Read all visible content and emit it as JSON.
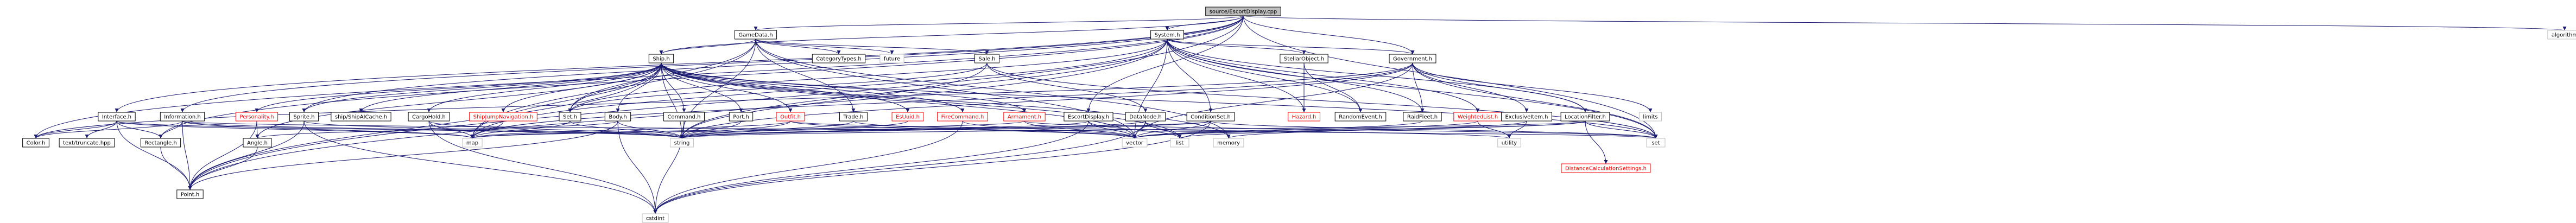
{
  "colors": {
    "node_fill": "#ffffff",
    "node_border": "#000000",
    "node_text": "#000000",
    "root_fill": "#bfbfbf",
    "root_border": "#000000",
    "missing_text": "#ff0000",
    "missing_border": "#ff0000",
    "system_border": "#bfbfbf",
    "edge": "#191970"
  },
  "nodes": [
    {
      "id": "escortdisplay_cpp",
      "label": "source/EscortDisplay.cpp",
      "kind": "root"
    },
    {
      "id": "gamedata_h",
      "label": "GameData.h",
      "kind": "project"
    },
    {
      "id": "system_h",
      "label": "System.h",
      "kind": "project"
    },
    {
      "id": "algorithm",
      "label": "algorithm",
      "kind": "system"
    },
    {
      "id": "ship_h",
      "label": "Ship.h",
      "kind": "project"
    },
    {
      "id": "categorytypes_h",
      "label": "CategoryTypes.h",
      "kind": "project"
    },
    {
      "id": "future",
      "label": "future",
      "kind": "system"
    },
    {
      "id": "sale_h",
      "label": "Sale.h",
      "kind": "project"
    },
    {
      "id": "stellarobject_h",
      "label": "StellarObject.h",
      "kind": "project"
    },
    {
      "id": "government_h",
      "label": "Government.h",
      "kind": "project"
    },
    {
      "id": "interface_h",
      "label": "Interface.h",
      "kind": "project"
    },
    {
      "id": "information_h",
      "label": "Information.h",
      "kind": "project"
    },
    {
      "id": "personality_h",
      "label": "Personality.h",
      "kind": "missing"
    },
    {
      "id": "sprite_h",
      "label": "Sprite.h",
      "kind": "project"
    },
    {
      "id": "shipaicache_h",
      "label": "ship/ShipAICache.h",
      "kind": "project"
    },
    {
      "id": "cargohold_h",
      "label": "CargoHold.h",
      "kind": "project"
    },
    {
      "id": "shipjumpnavigation_h",
      "label": "ShipJumpNavigation.h",
      "kind": "missing"
    },
    {
      "id": "set_h",
      "label": "Set.h",
      "kind": "project"
    },
    {
      "id": "body_h",
      "label": "Body.h",
      "kind": "project"
    },
    {
      "id": "command_h",
      "label": "Command.h",
      "kind": "project"
    },
    {
      "id": "port_h",
      "label": "Port.h",
      "kind": "project"
    },
    {
      "id": "outfit_h",
      "label": "Outfit.h",
      "kind": "missing"
    },
    {
      "id": "trade_h",
      "label": "Trade.h",
      "kind": "project"
    },
    {
      "id": "esuuid_h",
      "label": "EsUuid.h",
      "kind": "missing"
    },
    {
      "id": "firecommand_h",
      "label": "FireCommand.h",
      "kind": "missing"
    },
    {
      "id": "armament_h",
      "label": "Armament.h",
      "kind": "missing"
    },
    {
      "id": "escortdisplay_h",
      "label": "EscortDisplay.h",
      "kind": "project"
    },
    {
      "id": "datanode_h",
      "label": "DataNode.h",
      "kind": "project"
    },
    {
      "id": "conditionset_h",
      "label": "ConditionSet.h",
      "kind": "project"
    },
    {
      "id": "hazard_h",
      "label": "Hazard.h",
      "kind": "missing"
    },
    {
      "id": "randomevent_h",
      "label": "RandomEvent.h",
      "kind": "project"
    },
    {
      "id": "raidfleet_h",
      "label": "RaidFleet.h",
      "kind": "project"
    },
    {
      "id": "weightedlist_h",
      "label": "WeightedList.h",
      "kind": "missing"
    },
    {
      "id": "exclusiveitem_h",
      "label": "ExclusiveItem.h",
      "kind": "project"
    },
    {
      "id": "locationfilter_h",
      "label": "LocationFilter.h",
      "kind": "project"
    },
    {
      "id": "limits",
      "label": "limits",
      "kind": "system"
    },
    {
      "id": "color_h",
      "label": "Color.h",
      "kind": "project"
    },
    {
      "id": "texttruncate_hpp",
      "label": "text/truncate.hpp",
      "kind": "project"
    },
    {
      "id": "rectangle_h",
      "label": "Rectangle.h",
      "kind": "project"
    },
    {
      "id": "angle_h",
      "label": "Angle.h",
      "kind": "project"
    },
    {
      "id": "point_h",
      "label": "Point.h",
      "kind": "project"
    },
    {
      "id": "map",
      "label": "map",
      "kind": "system"
    },
    {
      "id": "string",
      "label": "string",
      "kind": "system"
    },
    {
      "id": "cstdint",
      "label": "cstdint",
      "kind": "system"
    },
    {
      "id": "vector",
      "label": "vector",
      "kind": "system"
    },
    {
      "id": "list",
      "label": "list",
      "kind": "system"
    },
    {
      "id": "memory",
      "label": "memory",
      "kind": "system"
    },
    {
      "id": "utility",
      "label": "utility",
      "kind": "system"
    },
    {
      "id": "set",
      "label": "set",
      "kind": "system"
    },
    {
      "id": "distancecalculationsettings_h",
      "label": "DistanceCalculationSettings.h",
      "kind": "missing"
    }
  ],
  "edges": [
    [
      "escortdisplay_cpp",
      "gamedata_h"
    ],
    [
      "escortdisplay_cpp",
      "system_h"
    ],
    [
      "escortdisplay_cpp",
      "algorithm"
    ],
    [
      "escortdisplay_cpp",
      "ship_h"
    ],
    [
      "escortdisplay_cpp",
      "escortdisplay_h"
    ],
    [
      "escortdisplay_cpp",
      "government_h"
    ],
    [
      "escortdisplay_cpp",
      "interface_h"
    ],
    [
      "escortdisplay_cpp",
      "information_h"
    ],
    [
      "escortdisplay_cpp",
      "sprite_h"
    ],
    [
      "escortdisplay_cpp",
      "color_h"
    ],
    [
      "escortdisplay_cpp",
      "rectangle_h"
    ],
    [
      "escortdisplay_cpp",
      "point_h"
    ],
    [
      "escortdisplay_cpp",
      "set"
    ],
    [
      "gamedata_h",
      "categorytypes_h"
    ],
    [
      "gamedata_h",
      "future"
    ],
    [
      "gamedata_h",
      "sale_h"
    ],
    [
      "gamedata_h",
      "ship_h"
    ],
    [
      "gamedata_h",
      "set_h"
    ],
    [
      "gamedata_h",
      "trade_h"
    ],
    [
      "gamedata_h",
      "string"
    ],
    [
      "gamedata_h",
      "map"
    ],
    [
      "gamedata_h",
      "memory"
    ],
    [
      "gamedata_h",
      "vector"
    ],
    [
      "system_h",
      "stellarobject_h"
    ],
    [
      "system_h",
      "government_h"
    ],
    [
      "system_h",
      "hazard_h"
    ],
    [
      "system_h",
      "randomevent_h"
    ],
    [
      "system_h",
      "raidfleet_h"
    ],
    [
      "system_h",
      "weightedlist_h"
    ],
    [
      "system_h",
      "set_h"
    ],
    [
      "system_h",
      "conditionset_h"
    ],
    [
      "system_h",
      "locationfilter_h"
    ],
    [
      "system_h",
      "point_h"
    ],
    [
      "system_h",
      "string"
    ],
    [
      "system_h",
      "vector"
    ],
    [
      "system_h",
      "set"
    ],
    [
      "system_h",
      "map"
    ],
    [
      "ship_h",
      "personality_h"
    ],
    [
      "ship_h",
      "sprite_h"
    ],
    [
      "ship_h",
      "shipaicache_h"
    ],
    [
      "ship_h",
      "cargohold_h"
    ],
    [
      "ship_h",
      "shipjumpnavigation_h"
    ],
    [
      "ship_h",
      "set_h"
    ],
    [
      "ship_h",
      "body_h"
    ],
    [
      "ship_h",
      "command_h"
    ],
    [
      "ship_h",
      "port_h"
    ],
    [
      "ship_h",
      "outfit_h"
    ],
    [
      "ship_h",
      "esuuid_h"
    ],
    [
      "ship_h",
      "firecommand_h"
    ],
    [
      "ship_h",
      "armament_h"
    ],
    [
      "ship_h",
      "point_h"
    ],
    [
      "ship_h",
      "angle_h"
    ],
    [
      "ship_h",
      "string"
    ],
    [
      "ship_h",
      "map"
    ],
    [
      "ship_h",
      "list"
    ],
    [
      "ship_h",
      "memory"
    ],
    [
      "ship_h",
      "vector"
    ],
    [
      "ship_h",
      "set"
    ],
    [
      "sale_h",
      "set_h"
    ],
    [
      "sale_h",
      "datanode_h"
    ],
    [
      "sale_h",
      "set"
    ],
    [
      "sale_h",
      "string"
    ],
    [
      "stellarobject_h",
      "hazard_h"
    ],
    [
      "stellarobject_h",
      "randomevent_h"
    ],
    [
      "government_h",
      "exclusiveitem_h"
    ],
    [
      "government_h",
      "locationfilter_h"
    ],
    [
      "government_h",
      "raidfleet_h"
    ],
    [
      "government_h",
      "color_h"
    ],
    [
      "government_h",
      "limits"
    ],
    [
      "government_h",
      "map"
    ],
    [
      "government_h",
      "set"
    ],
    [
      "government_h",
      "string"
    ],
    [
      "government_h",
      "vector"
    ],
    [
      "interface_h",
      "rectangle_h"
    ],
    [
      "interface_h",
      "color_h"
    ],
    [
      "interface_h",
      "point_h"
    ],
    [
      "interface_h",
      "texttruncate_hpp"
    ],
    [
      "interface_h",
      "map"
    ],
    [
      "interface_h",
      "string"
    ],
    [
      "information_h",
      "rectangle_h"
    ],
    [
      "information_h",
      "color_h"
    ],
    [
      "information_h",
      "point_h"
    ],
    [
      "information_h",
      "map"
    ],
    [
      "information_h",
      "string"
    ],
    [
      "information_h",
      "set"
    ],
    [
      "personality_h",
      "angle_h"
    ],
    [
      "personality_h",
      "point_h"
    ],
    [
      "sprite_h",
      "point_h"
    ],
    [
      "sprite_h",
      "string"
    ],
    [
      "sprite_h",
      "cstdint"
    ],
    [
      "cargohold_h",
      "map"
    ],
    [
      "cargohold_h",
      "string"
    ],
    [
      "cargohold_h",
      "cstdint"
    ],
    [
      "shipjumpnavigation_h",
      "map"
    ],
    [
      "set_h",
      "map"
    ],
    [
      "set_h",
      "string"
    ],
    [
      "body_h",
      "angle_h"
    ],
    [
      "body_h",
      "point_h"
    ],
    [
      "body_h",
      "string"
    ],
    [
      "body_h",
      "cstdint"
    ],
    [
      "command_h",
      "string"
    ],
    [
      "command_h",
      "cstdint"
    ],
    [
      "port_h",
      "string"
    ],
    [
      "outfit_h",
      "map"
    ],
    [
      "outfit_h",
      "string"
    ],
    [
      "outfit_h",
      "vector"
    ],
    [
      "outfit_h",
      "utility"
    ],
    [
      "trade_h",
      "string"
    ],
    [
      "trade_h",
      "vector"
    ],
    [
      "esuuid_h",
      "string"
    ],
    [
      "firecommand_h",
      "vector"
    ],
    [
      "firecommand_h",
      "cstdint"
    ],
    [
      "armament_h",
      "map"
    ],
    [
      "armament_h",
      "vector"
    ],
    [
      "armament_h",
      "set"
    ],
    [
      "escortdisplay_h",
      "list"
    ],
    [
      "escortdisplay_h",
      "string"
    ],
    [
      "escortdisplay_h",
      "vector"
    ],
    [
      "escortdisplay_h",
      "cstdint"
    ],
    [
      "datanode_h",
      "list"
    ],
    [
      "datanode_h",
      "string"
    ],
    [
      "datanode_h",
      "vector"
    ],
    [
      "datanode_h",
      "cstdint"
    ],
    [
      "conditionset_h",
      "map"
    ],
    [
      "conditionset_h",
      "set"
    ],
    [
      "conditionset_h",
      "string"
    ],
    [
      "conditionset_h",
      "vector"
    ],
    [
      "conditionset_h",
      "cstdint"
    ],
    [
      "raidfleet_h",
      "vector"
    ],
    [
      "weightedlist_h",
      "vector"
    ],
    [
      "weightedlist_h",
      "utility"
    ],
    [
      "exclusiveitem_h",
      "memory"
    ],
    [
      "exclusiveitem_h",
      "utility"
    ],
    [
      "locationfilter_h",
      "distancecalculationsettings_h"
    ],
    [
      "locationfilter_h",
      "list"
    ],
    [
      "locationfilter_h",
      "set"
    ],
    [
      "locationfilter_h",
      "string"
    ],
    [
      "locationfilter_h",
      "vector"
    ],
    [
      "rectangle_h",
      "point_h"
    ],
    [
      "angle_h",
      "point_h"
    ]
  ]
}
